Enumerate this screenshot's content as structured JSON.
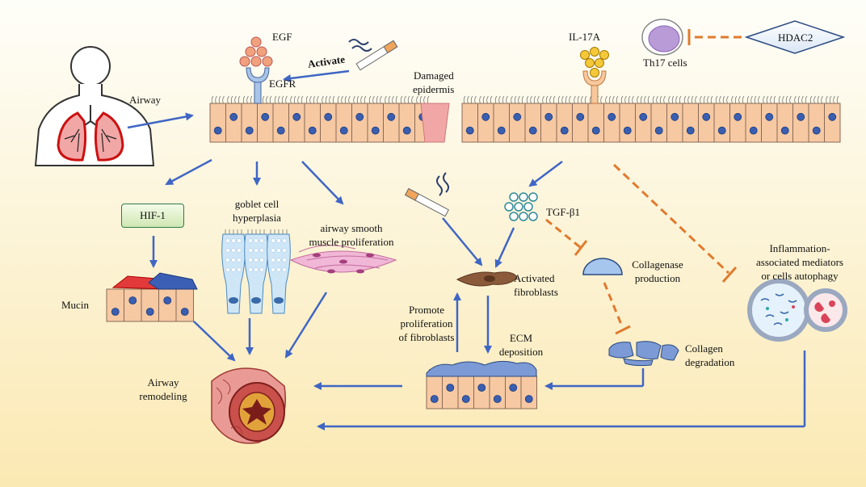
{
  "labels": {
    "airway": "Airway",
    "egf": "EGF",
    "egfr": "EGFR",
    "activate": "Activate",
    "damaged_epidermis_1": "Damaged",
    "damaged_epidermis_2": "epidermis",
    "il17a": "IL-17A",
    "th17_cells": "Th17 cells",
    "hdac2": "HDAC2",
    "hif1": "HIF-1",
    "goblet_1": "goblet cell",
    "goblet_2": "hyperplasia",
    "asm_1": "airway smooth",
    "asm_2": "muscle proliferation",
    "tgf": "TGF-β1",
    "collagenase_1": "Collagenase",
    "collagenase_2": "production",
    "inflammation_1": "Inflammation-",
    "inflammation_2": "associated mediators",
    "inflammation_3": "or cells autophagy",
    "mucin": "Mucin",
    "activated_fib_1": "Activated",
    "activated_fib_2": "fibroblasts",
    "promote_1": "Promote",
    "promote_2": "proliferation",
    "promote_3": "of fibroblasts",
    "ecm_1": "ECM",
    "ecm_2": "deposition",
    "collagen_deg_1": "Collagen",
    "collagen_deg_2": "degradation",
    "remodel_1": "Airway",
    "remodel_2": "remodeling"
  },
  "colors": {
    "arrow_blue": "#3f66c4",
    "inhibit_orange": "#e07a2e",
    "cell_fill": "#f6c9a3",
    "nucleus": "#3a5fb0",
    "background_top": "#fefef9",
    "background_bottom": "#fbe9b3"
  }
}
